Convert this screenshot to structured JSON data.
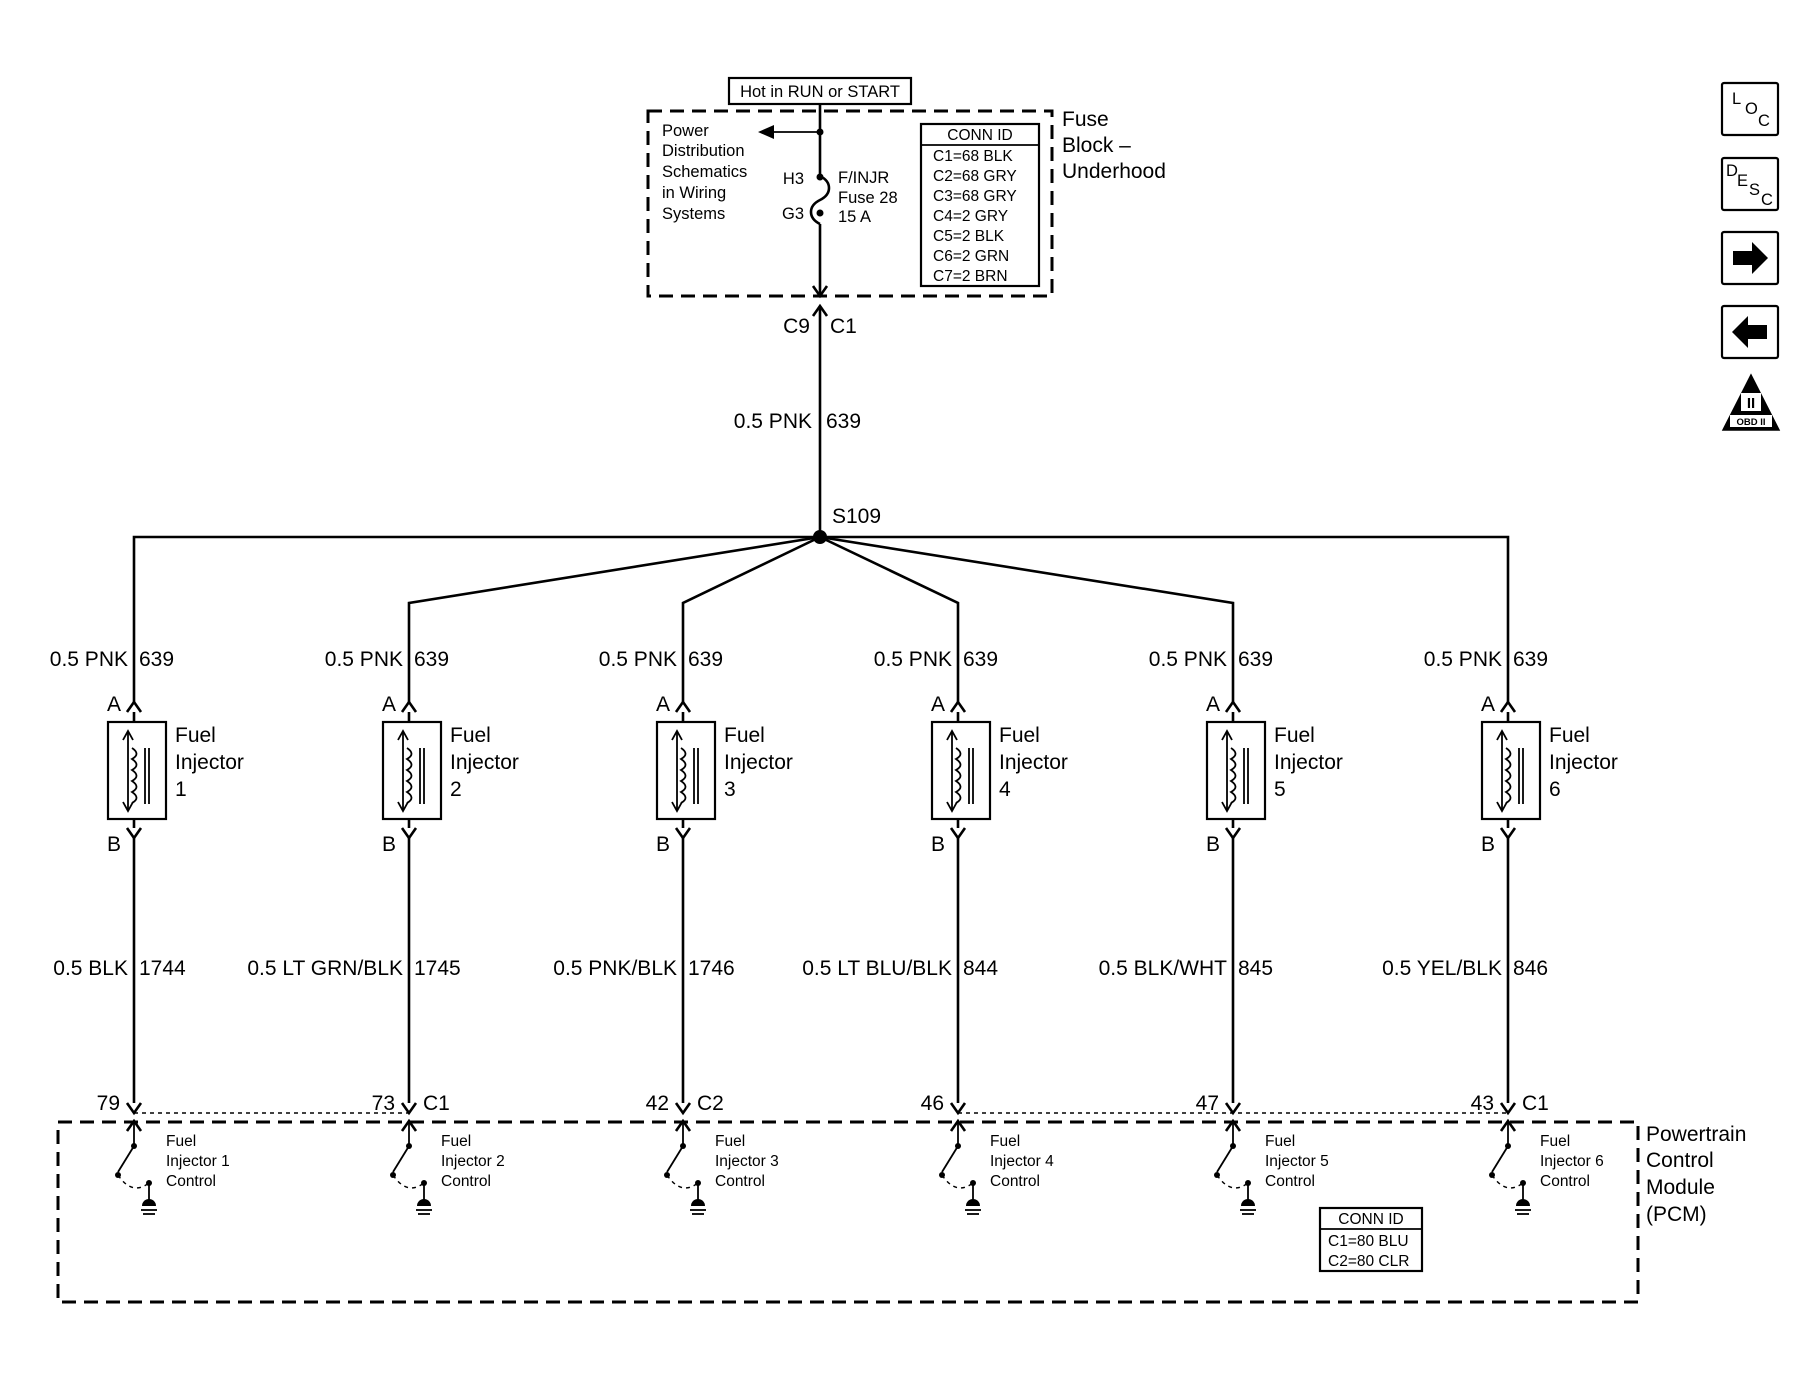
{
  "power_label": "Hot in RUN or START",
  "fuse_block": {
    "name_lines": [
      "Fuse",
      "Block –",
      "Underhood"
    ],
    "ref_lines": [
      "Power",
      "Distribution",
      "Schematics",
      "in Wiring",
      "Systems"
    ],
    "fuse_lines": [
      "F/INJR",
      "Fuse 28",
      "15 A"
    ],
    "pin_top": "H3",
    "pin_bottom": "G3",
    "conn_title": "CONN ID",
    "conn_rows": [
      "C1=68 BLK",
      "C2=68 GRY",
      "C3=68 GRY",
      "C4=2 GRY",
      "C5=2 BLK",
      "C6=2 GRN",
      "C7=2 BRN"
    ]
  },
  "main_wire": {
    "conn_left": "C9",
    "conn_right": "C1",
    "wire": "0.5 PNK",
    "circuit": "639",
    "splice": "S109"
  },
  "injectors": [
    {
      "supply_wire": "0.5 PNK",
      "supply_circuit": "639",
      "pin_a": "A",
      "pin_b": "B",
      "name_lines": [
        "Fuel",
        "Injector",
        "1"
      ],
      "ctrl_wire": "0.5 BLK",
      "ctrl_circuit": "1744",
      "pcm_pin": "79",
      "pcm_conn": "",
      "pcm_lines": [
        "Fuel",
        "Injector 1",
        "Control"
      ]
    },
    {
      "supply_wire": "0.5 PNK",
      "supply_circuit": "639",
      "pin_a": "A",
      "pin_b": "B",
      "name_lines": [
        "Fuel",
        "Injector",
        "2"
      ],
      "ctrl_wire": "0.5 LT GRN/BLK",
      "ctrl_circuit": "1745",
      "pcm_pin": "73",
      "pcm_conn": "C1",
      "pcm_lines": [
        "Fuel",
        "Injector 2",
        "Control"
      ]
    },
    {
      "supply_wire": "0.5 PNK",
      "supply_circuit": "639",
      "pin_a": "A",
      "pin_b": "B",
      "name_lines": [
        "Fuel",
        "Injector",
        "3"
      ],
      "ctrl_wire": "0.5 PNK/BLK",
      "ctrl_circuit": "1746",
      "pcm_pin": "42",
      "pcm_conn": "C2",
      "pcm_lines": [
        "Fuel",
        "Injector 3",
        "Control"
      ]
    },
    {
      "supply_wire": "0.5 PNK",
      "supply_circuit": "639",
      "pin_a": "A",
      "pin_b": "B",
      "name_lines": [
        "Fuel",
        "Injector",
        "4"
      ],
      "ctrl_wire": "0.5 LT BLU/BLK",
      "ctrl_circuit": "844",
      "pcm_pin": "46",
      "pcm_conn": "",
      "pcm_lines": [
        "Fuel",
        "Injector 4",
        "Control"
      ]
    },
    {
      "supply_wire": "0.5 PNK",
      "supply_circuit": "639",
      "pin_a": "A",
      "pin_b": "B",
      "name_lines": [
        "Fuel",
        "Injector",
        "5"
      ],
      "ctrl_wire": "0.5 BLK/WHT",
      "ctrl_circuit": "845",
      "pcm_pin": "47",
      "pcm_conn": "",
      "pcm_lines": [
        "Fuel",
        "Injector 5",
        "Control"
      ]
    },
    {
      "supply_wire": "0.5 PNK",
      "supply_circuit": "639",
      "pin_a": "A",
      "pin_b": "B",
      "name_lines": [
        "Fuel",
        "Injector",
        "6"
      ],
      "ctrl_wire": "0.5 YEL/BLK",
      "ctrl_circuit": "846",
      "pcm_pin": "43",
      "pcm_conn": "C1",
      "pcm_lines": [
        "Fuel",
        "Injector 6",
        "Control"
      ]
    }
  ],
  "pcm": {
    "name_lines": [
      "Powertrain",
      "Control",
      "Module",
      "(PCM)"
    ],
    "conn_title": "CONN ID",
    "conn_rows": [
      "C1=80 BLU",
      "C2=80 CLR"
    ]
  },
  "nav": {
    "loc": {
      "l": "L",
      "o": "O",
      "c": "C"
    },
    "desc": {
      "d": "D",
      "e": "E",
      "s": "S",
      "c": "C"
    },
    "obd": {
      "roman": "II",
      "label": "OBD II"
    }
  }
}
